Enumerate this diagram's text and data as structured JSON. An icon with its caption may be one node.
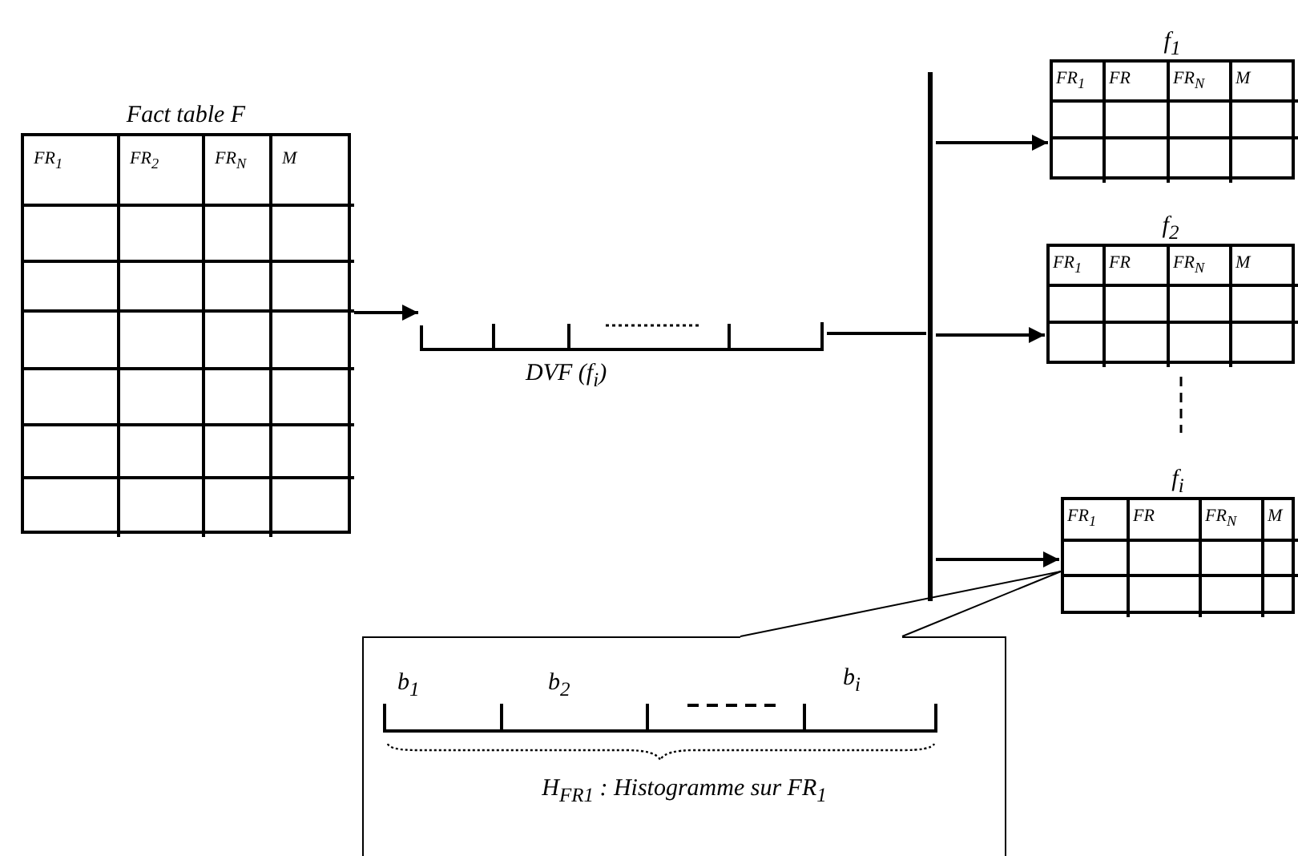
{
  "diagram": {
    "nodes": [
      {
        "text": [
          "Fact table F",
          "FR$_{1}$",
          "FR$_{2}$",
          "FR$_{N}$",
          "M"
        ]
      },
      {
        "text": [
          "DVF (f$_{i}$)"
        ]
      },
      {
        "text": [],
        "shape": "bar"
      },
      {
        "text": [
          "f$_{1}$",
          "FR$_{1}$",
          "FR",
          "FR$_{N}$",
          "M"
        ]
      },
      {
        "text": [
          "f$_{2}$",
          "FR$_{1}$",
          "FR",
          "FR$_{N}$",
          "M"
        ]
      },
      {
        "text": [
          "f$_{i}$",
          "FR$_{1}$",
          "FR",
          "FR$_{N}$",
          "M"
        ]
      },
      {
        "text": [
          "b$_{1}$",
          "b$_{2}$",
          "b$_{i}$",
          "H$_{FR1}$ : Histogramme sur FR$_{1}$"
        ]
      }
    ],
    "edges": [
      {
        "from": 0,
        "to": 1,
        "arrow": "to"
      },
      {
        "from": 1,
        "to": 2,
        "arrow": "none"
      },
      {
        "from": 2,
        "to": 3,
        "arrow": "to"
      },
      {
        "from": 2,
        "to": 4,
        "arrow": "to"
      },
      {
        "from": 2,
        "to": 5,
        "arrow": "to"
      },
      {
        "from": 6,
        "to": 5,
        "arrow": "none"
      }
    ]
  }
}
